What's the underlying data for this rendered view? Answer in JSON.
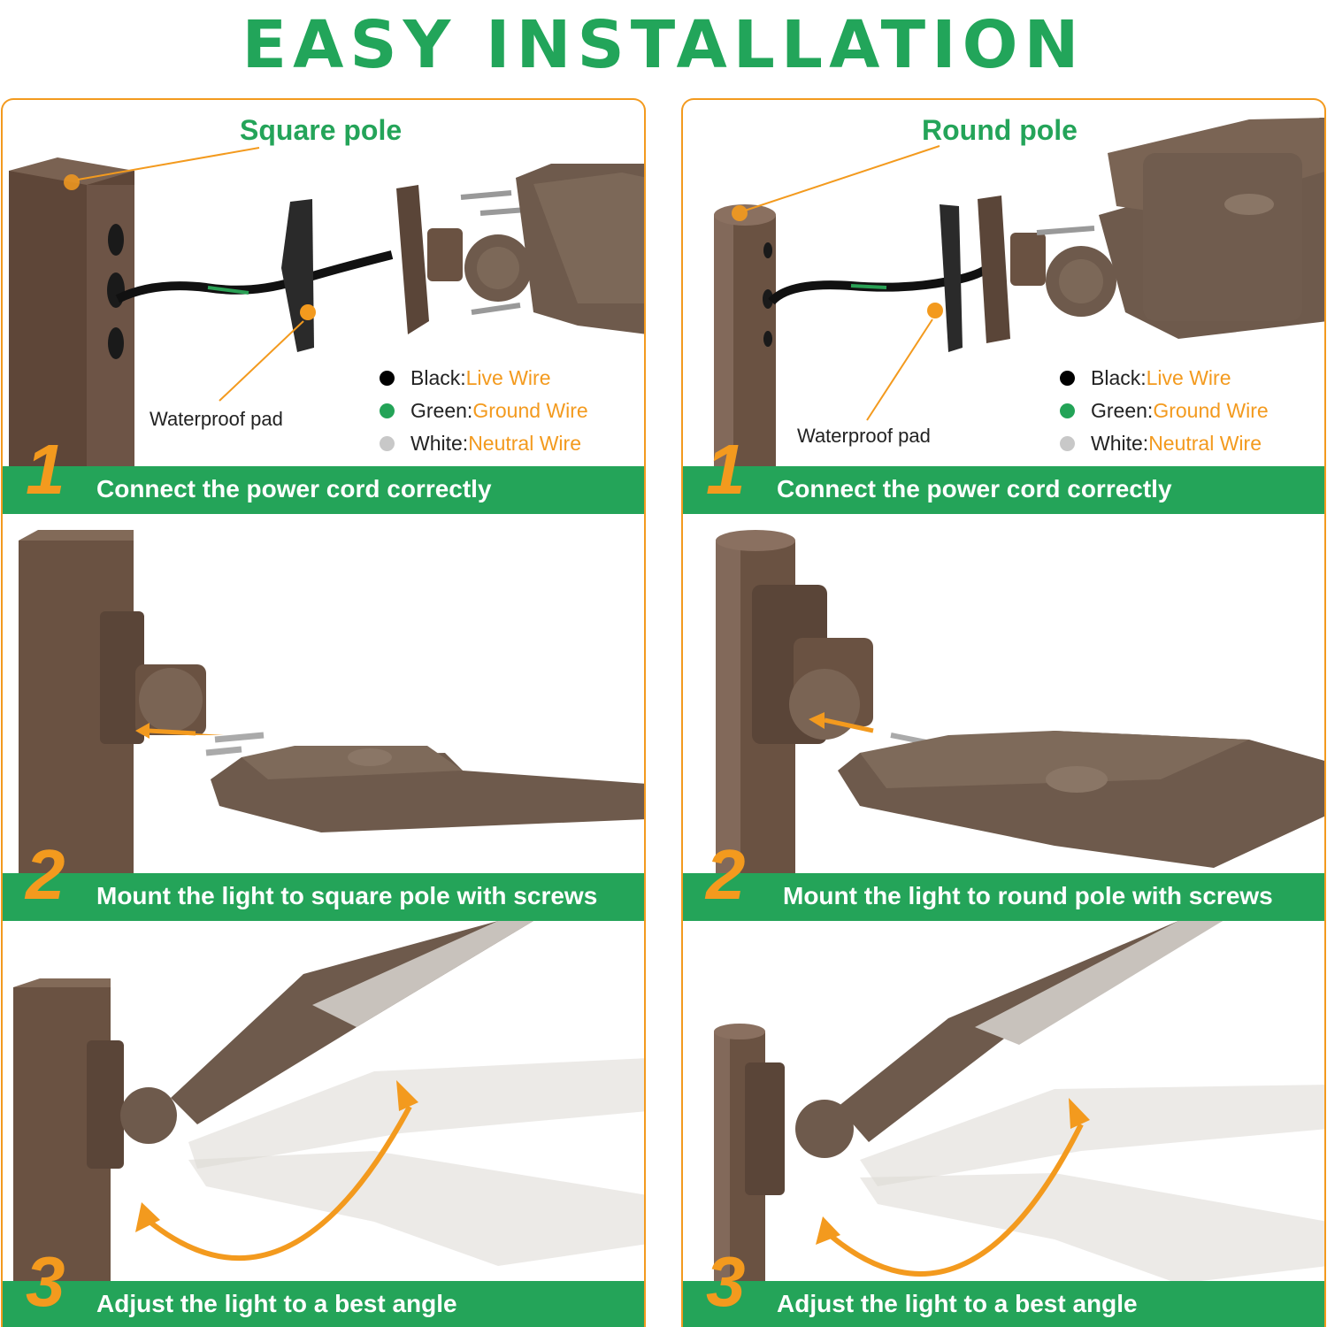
{
  "title": "EASY INSTALLATION",
  "columns": [
    {
      "pole_label": "Square pole",
      "pad_label": "Waterproof pad",
      "legend": [
        {
          "name": "Black:",
          "value": "Live Wire",
          "color": "#000000"
        },
        {
          "name": "Green:",
          "value": "Ground Wire",
          "color": "#23a357"
        },
        {
          "name": "White:",
          "value": "Neutral Wire",
          "color": "#c8c8c8"
        }
      ],
      "steps": [
        {
          "number": "1",
          "text": "Connect the power cord correctly"
        },
        {
          "number": "2",
          "text": "Mount the light to square pole with screws"
        },
        {
          "number": "3",
          "text": "Adjust the light to a best angle"
        }
      ]
    },
    {
      "pole_label": "Round pole",
      "pad_label": "Waterproof pad",
      "legend": [
        {
          "name": "Black:",
          "value": "Live Wire",
          "color": "#000000"
        },
        {
          "name": "Green:",
          "value": "Ground Wire",
          "color": "#23a357"
        },
        {
          "name": "White:",
          "value": "Neutral Wire",
          "color": "#c8c8c8"
        }
      ],
      "steps": [
        {
          "number": "1",
          "text": "Connect the power cord correctly"
        },
        {
          "number": "2",
          "text": "Mount the light to round pole with screws"
        },
        {
          "number": "3",
          "text": "Adjust the light to a best angle"
        }
      ]
    }
  ],
  "colors": {
    "accent_green": "#24a459",
    "accent_orange": "#f39a1e",
    "fixture_brown": "#6e5a4c"
  }
}
